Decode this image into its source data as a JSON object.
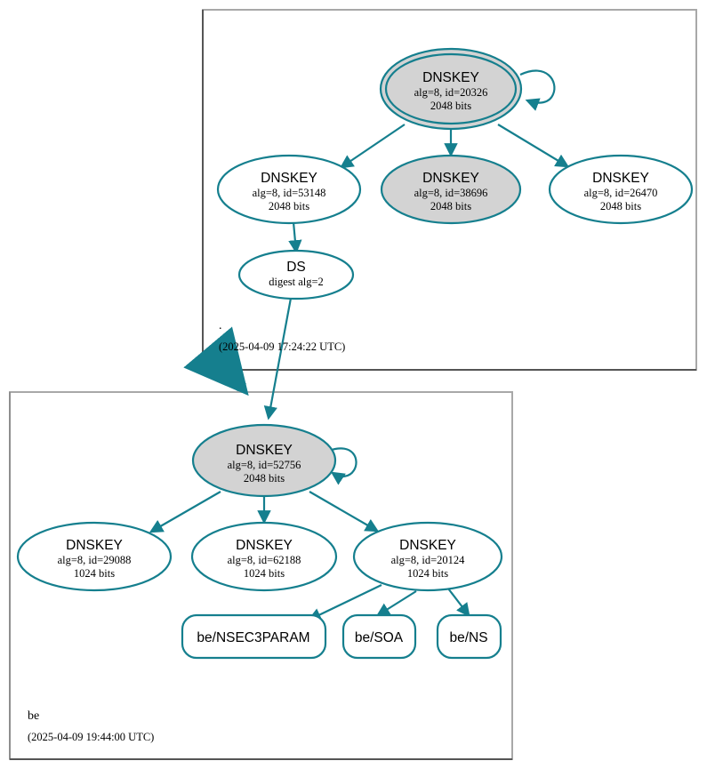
{
  "diagram": {
    "type": "dnssec-authentication-chain",
    "colors": {
      "edge": "#157f8e",
      "node_stroke": "#157f8e",
      "secure_fill": "#d3d3d3",
      "plain_fill": "#ffffff",
      "zone_border_light": "#a8a8a8",
      "zone_border_dark": "#555555",
      "text": "#000000"
    }
  },
  "zones": [
    {
      "id": "root",
      "name": ".",
      "timestamp": "(2025-04-09 17:24:22 UTC)",
      "nodes": [
        {
          "id": "root-ksk-20326",
          "shape": "ellipse",
          "double_border": true,
          "filled": true,
          "title": "DNSKEY",
          "line2": "alg=8, id=20326",
          "line3": "2048 bits",
          "self_signed": true
        },
        {
          "id": "root-zsk-53148",
          "shape": "ellipse",
          "double_border": false,
          "filled": false,
          "title": "DNSKEY",
          "line2": "alg=8, id=53148",
          "line3": "2048 bits",
          "self_signed": false
        },
        {
          "id": "root-zsk-38696",
          "shape": "ellipse",
          "double_border": false,
          "filled": true,
          "title": "DNSKEY",
          "line2": "alg=8, id=38696",
          "line3": "2048 bits",
          "self_signed": false
        },
        {
          "id": "root-zsk-26470",
          "shape": "ellipse",
          "double_border": false,
          "filled": false,
          "title": "DNSKEY",
          "line2": "alg=8, id=26470",
          "line3": "2048 bits",
          "self_signed": false
        },
        {
          "id": "root-ds",
          "shape": "ellipse",
          "double_border": false,
          "filled": false,
          "title": "DS",
          "line2": "digest alg=2",
          "line3": "",
          "self_signed": false
        }
      ]
    },
    {
      "id": "be",
      "name": "be",
      "timestamp": "(2025-04-09 19:44:00 UTC)",
      "nodes": [
        {
          "id": "be-ksk-52756",
          "shape": "ellipse",
          "double_border": false,
          "filled": true,
          "title": "DNSKEY",
          "line2": "alg=8, id=52756",
          "line3": "2048 bits",
          "self_signed": true
        },
        {
          "id": "be-zsk-29088",
          "shape": "ellipse",
          "double_border": false,
          "filled": false,
          "title": "DNSKEY",
          "line2": "alg=8, id=29088",
          "line3": "1024 bits",
          "self_signed": false
        },
        {
          "id": "be-zsk-62188",
          "shape": "ellipse",
          "double_border": false,
          "filled": false,
          "title": "DNSKEY",
          "line2": "alg=8, id=62188",
          "line3": "1024 bits",
          "self_signed": false
        },
        {
          "id": "be-zsk-20124",
          "shape": "ellipse",
          "double_border": false,
          "filled": false,
          "title": "DNSKEY",
          "line2": "alg=8, id=20124",
          "line3": "1024 bits",
          "self_signed": false
        },
        {
          "id": "be-nsec3param",
          "shape": "rounded-rect",
          "label": "be/NSEC3PARAM"
        },
        {
          "id": "be-soa",
          "shape": "rounded-rect",
          "label": "be/SOA"
        },
        {
          "id": "be-ns",
          "shape": "rounded-rect",
          "label": "be/NS"
        }
      ]
    }
  ],
  "edges": [
    {
      "from": "root-ksk-20326",
      "to": "root-ksk-20326",
      "kind": "self-signature"
    },
    {
      "from": "root-ksk-20326",
      "to": "root-zsk-53148",
      "kind": "signature"
    },
    {
      "from": "root-ksk-20326",
      "to": "root-zsk-38696",
      "kind": "signature"
    },
    {
      "from": "root-ksk-20326",
      "to": "root-zsk-26470",
      "kind": "signature"
    },
    {
      "from": "root-zsk-53148",
      "to": "root-ds",
      "kind": "signature"
    },
    {
      "from": "root-ds",
      "to": "be-ksk-52756",
      "kind": "ds-to-dnskey"
    },
    {
      "from": "root",
      "to": "be",
      "kind": "delegation"
    },
    {
      "from": "be-ksk-52756",
      "to": "be-ksk-52756",
      "kind": "self-signature"
    },
    {
      "from": "be-ksk-52756",
      "to": "be-zsk-29088",
      "kind": "signature"
    },
    {
      "from": "be-ksk-52756",
      "to": "be-zsk-62188",
      "kind": "signature"
    },
    {
      "from": "be-ksk-52756",
      "to": "be-zsk-20124",
      "kind": "signature"
    },
    {
      "from": "be-zsk-20124",
      "to": "be-nsec3param",
      "kind": "signature"
    },
    {
      "from": "be-zsk-20124",
      "to": "be-soa",
      "kind": "signature"
    },
    {
      "from": "be-zsk-20124",
      "to": "be-ns",
      "kind": "signature"
    }
  ]
}
